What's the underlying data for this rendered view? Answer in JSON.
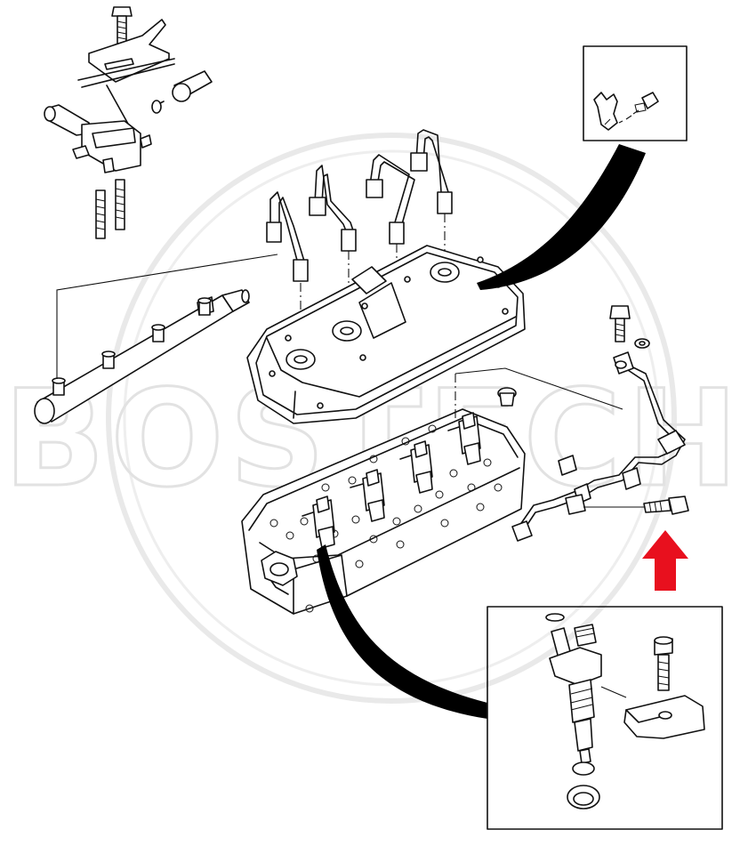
{
  "watermark": {
    "text": "BOSTECH",
    "color": "#e6e6e6"
  },
  "colors": {
    "line": "#111111",
    "arrow": "#e8101e",
    "background": "#ffffff",
    "callout_fill": "#000000"
  },
  "parts": [
    {
      "id": "fuel-pressure-regulator-assembly"
    },
    {
      "id": "fuel-rail"
    },
    {
      "id": "high-pressure-injection-pipes"
    },
    {
      "id": "cylinder-head-cover"
    },
    {
      "id": "cylinder-head"
    },
    {
      "id": "fuel-injectors"
    },
    {
      "id": "leak-off-return-pipe"
    },
    {
      "id": "banjo-bolt"
    },
    {
      "id": "hollow-bolt"
    }
  ],
  "detail_views": [
    {
      "id": "clip-and-screw-detail",
      "shows": [
        "retaining-clip",
        "screw"
      ]
    },
    {
      "id": "injector-detail",
      "shows": [
        "injector",
        "o-ring",
        "clamp",
        "bolt",
        "seal-washer",
        "copper-washer"
      ]
    }
  ],
  "indicator": {
    "icon": "red-up-arrow-icon"
  }
}
